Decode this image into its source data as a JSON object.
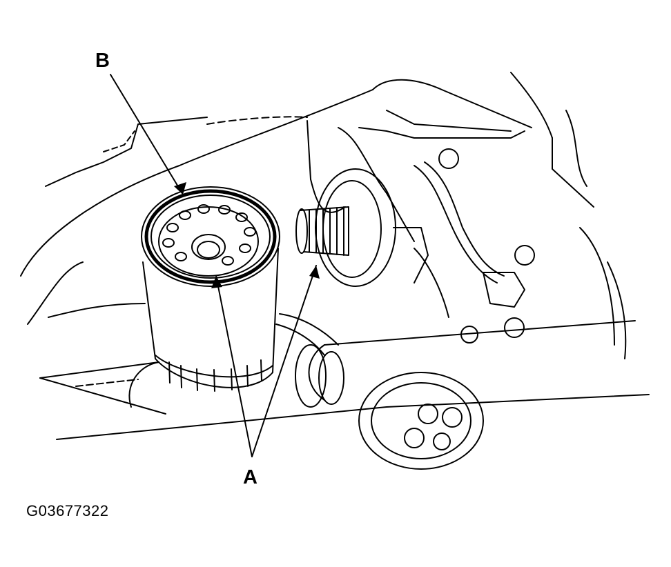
{
  "callouts": {
    "b": "B",
    "a": "A"
  },
  "figure_id": "G03677322",
  "colors": {
    "line": "#000000",
    "background": "#ffffff"
  }
}
